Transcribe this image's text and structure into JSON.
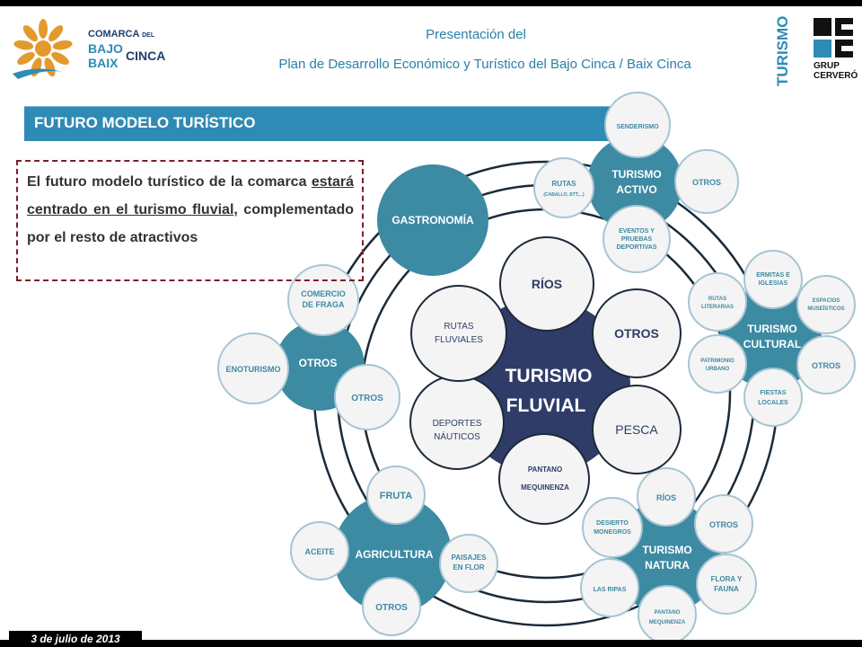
{
  "header": {
    "line1": "Presentación del",
    "line2": "Plan de Desarrollo Económico y Turístico del Bajo Cinca / Baix Cinca"
  },
  "logo_left": {
    "comarca": "COMARCA",
    "del": "DEL",
    "bajo": "BAJO",
    "baix": "BAIX",
    "cinca": "CINCA"
  },
  "logo_right": {
    "turismo": "TURISMO",
    "grup": "GRUP",
    "cervero": "CERVERÓ"
  },
  "section_title": "FUTURO MODELO TURÍSTICO",
  "intro": {
    "part1": "El futuro modelo turístico de la comarca ",
    "underlined1": "estará centrado en el turismo fluvial",
    "part2": ", complementado por el resto de atractivos"
  },
  "date": "3 de julio de 2013",
  "colors": {
    "accent": "#2e8bb5",
    "dark_navy": "#2f3c68",
    "teal_hub": "#3d8aa3",
    "satellite_fill": "#f4f4f4",
    "dashed_border": "#7a1f2a"
  },
  "diagram": {
    "center": {
      "label1": "TURISMO",
      "label2": "FLUVIAL"
    },
    "inner": [
      {
        "label1": "RÍOS",
        "label2": ""
      },
      {
        "label1": "OTROS",
        "label2": ""
      },
      {
        "label1": "PESCA",
        "label2": ""
      },
      {
        "label1": "PANTANO",
        "label2": "MEQUINENZA"
      },
      {
        "label1": "DEPORTES",
        "label2": "NÁUTICOS"
      },
      {
        "label1": "RUTAS",
        "label2": "FLUVIALES"
      }
    ],
    "gastronomia": "GASTRONOMÍA",
    "activo": {
      "hub1": "TURISMO",
      "hub2": "ACTIVO",
      "senderismo": "SENDERISMO",
      "rutas1": "RUTAS",
      "rutas2": "(CABALLO, BTT,...)",
      "otros": "OTROS",
      "eventos1": "EVENTOS Y",
      "eventos2": "PRUEBAS",
      "eventos3": "DEPORTIVAS"
    },
    "cultural": {
      "hub1": "TURISMO",
      "hub2": "CULTURAL",
      "ermitas1": "ERMITAS E",
      "ermitas2": "IGLESIAS",
      "espacios1": "ESPACIOS",
      "espacios2": "MUSEÍSTICOS",
      "rutas1": "RUTAS",
      "rutas2": "LITERARIAS",
      "patrimonio1": "PATRIMONIO",
      "patrimonio2": "URBANO",
      "otros": "OTROS",
      "fiestas1": "FIESTAS",
      "fiestas2": "LOCALES"
    },
    "otros_group": {
      "hub": "OTROS",
      "comercio1": "COMERCIO",
      "comercio2": "DE FRAGA",
      "enoturismo": "ENOTURISMO",
      "otros": "OTROS"
    },
    "agricultura": {
      "hub": "AGRICULTURA",
      "fruta": "FRUTA",
      "aceite": "ACEITE",
      "paisajes1": "PAISAJES",
      "paisajes2": "EN FLOR",
      "otros": "OTROS"
    },
    "natura": {
      "hub1": "TURISMO",
      "hub2": "NATURA",
      "rios": "RÍOS",
      "desierto1": "DESIERTO",
      "desierto2": "MONEGROS",
      "otros": "OTROS",
      "flora1": "FLORA Y",
      "flora2": "FAUNA",
      "ripas": "LAS RIPAS",
      "pantano1": "PANTANO",
      "pantano2": "MEQUINENZA"
    }
  }
}
